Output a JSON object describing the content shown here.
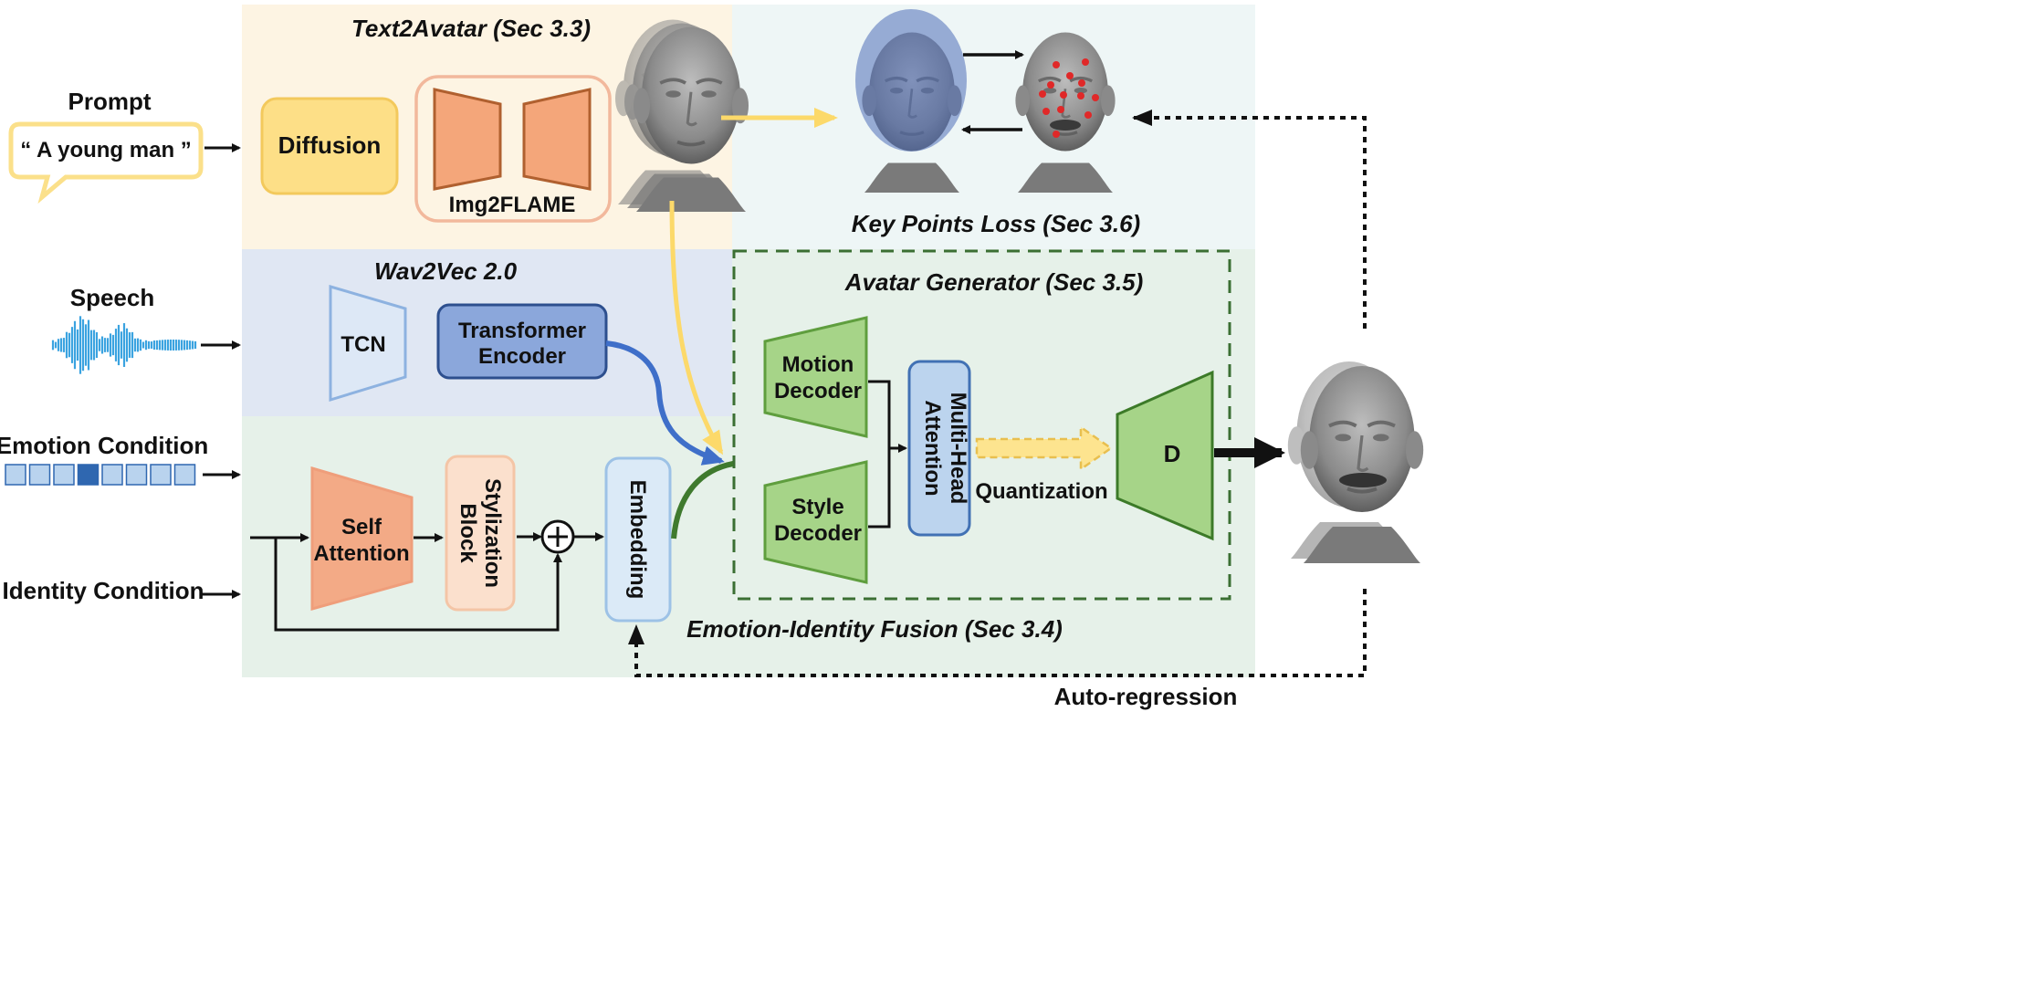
{
  "inputs": {
    "prompt_label": "Prompt",
    "prompt_text": "“ A young man ”",
    "speech_label": "Speech",
    "emotion_label": "Emotion Condition",
    "identity_label": "Identity Condition"
  },
  "text2avatar": {
    "title": "Text2Avatar (Sec 3.3)",
    "diffusion_label": "Diffusion",
    "img2flame_label": "Img2FLAME"
  },
  "keypoints": {
    "title": "Key Points Loss (Sec 3.6)"
  },
  "wav2vec": {
    "title": "Wav2Vec 2.0",
    "tcn_label": "TCN",
    "transformer_line1": "Transformer",
    "transformer_line2": "Encoder"
  },
  "fusion": {
    "title": "Emotion-Identity Fusion (Sec 3.4)",
    "self_attention_line1": "Self",
    "self_attention_line2": "Attention",
    "stylization_line1": "Stylization",
    "stylization_line2": "Block",
    "embedding_label": "Embedding"
  },
  "generator": {
    "title": "Avatar Generator (Sec 3.5)",
    "motion_line1": "Motion",
    "motion_line2": "Decoder",
    "style_line1": "Style",
    "style_line2": "Decoder",
    "mha_line1": "Multi-Head",
    "mha_line2": "Attention",
    "quantization_label": "Quantization",
    "d_label": "D"
  },
  "footer": {
    "autoregression_label": "Auto-regression"
  },
  "emotion_vector": {
    "cells": 8,
    "active_index": 3
  },
  "colors": {
    "text2avatar_bg": "#fdf4e3",
    "keypoints_bg": "#eef6f6",
    "wav2vec_bg": "#e0e7f3",
    "fusion_bg": "#e6f1e9",
    "yellow_arrow": "#fcd96a",
    "blue_arrow": "#3f6fc9",
    "green_arrow": "#3f7a2e",
    "keypoint_dot": "#e02828"
  }
}
